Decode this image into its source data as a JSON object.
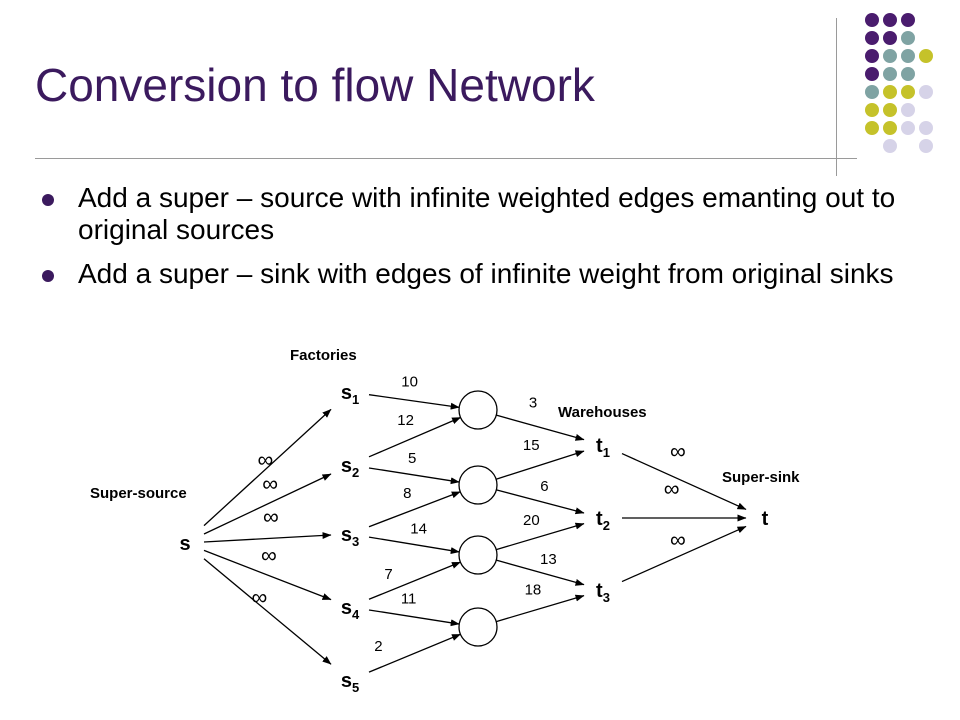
{
  "slide": {
    "title": "Conversion to flow Network",
    "bullets": [
      "Add a super – source with infinite weighted edges emanting out to original sources",
      "Add a super – sink with edges of infinite weight from original sinks"
    ]
  },
  "colors": {
    "title": "#3b1a5e",
    "dot_purple": "#4a1c6e",
    "dot_teal": "#7fa3a3",
    "dot_olive": "#c5c22a",
    "dot_lavender": "#d6d3e8"
  },
  "diagram": {
    "labels": {
      "factories": "Factories",
      "warehouses": "Warehouses",
      "super_source": "Super-source",
      "super_sink": "Super-sink"
    },
    "nodes": [
      {
        "id": "s",
        "main": "s",
        "sub": ""
      },
      {
        "id": "s1",
        "main": "s",
        "sub": "1"
      },
      {
        "id": "s2",
        "main": "s",
        "sub": "2"
      },
      {
        "id": "s3",
        "main": "s",
        "sub": "3"
      },
      {
        "id": "s4",
        "main": "s",
        "sub": "4"
      },
      {
        "id": "s5",
        "main": "s",
        "sub": "5"
      },
      {
        "id": "m1",
        "main": "",
        "sub": ""
      },
      {
        "id": "m2",
        "main": "",
        "sub": ""
      },
      {
        "id": "m3",
        "main": "",
        "sub": ""
      },
      {
        "id": "m4",
        "main": "",
        "sub": ""
      },
      {
        "id": "t1",
        "main": "t",
        "sub": "1"
      },
      {
        "id": "t2",
        "main": "t",
        "sub": "2"
      },
      {
        "id": "t3",
        "main": "t",
        "sub": "3"
      },
      {
        "id": "t",
        "main": "t",
        "sub": ""
      }
    ],
    "edges": [
      {
        "from": "s",
        "to": "s1",
        "label": "∞"
      },
      {
        "from": "s",
        "to": "s2",
        "label": "∞"
      },
      {
        "from": "s",
        "to": "s3",
        "label": "∞"
      },
      {
        "from": "s",
        "to": "s4",
        "label": "∞"
      },
      {
        "from": "s",
        "to": "s5",
        "label": "∞"
      },
      {
        "from": "s1",
        "to": "m1",
        "label": "10"
      },
      {
        "from": "s2",
        "to": "m1",
        "label": "12"
      },
      {
        "from": "s2",
        "to": "m2",
        "label": "5"
      },
      {
        "from": "s3",
        "to": "m2",
        "label": "8"
      },
      {
        "from": "s3",
        "to": "m3",
        "label": "14"
      },
      {
        "from": "s4",
        "to": "m3",
        "label": "7"
      },
      {
        "from": "s4",
        "to": "m4",
        "label": "11"
      },
      {
        "from": "s5",
        "to": "m4",
        "label": "2"
      },
      {
        "from": "m1",
        "to": "t1",
        "label": "3"
      },
      {
        "from": "m2",
        "to": "t1",
        "label": "15"
      },
      {
        "from": "m2",
        "to": "t2",
        "label": "6"
      },
      {
        "from": "m3",
        "to": "t2",
        "label": "20"
      },
      {
        "from": "m3",
        "to": "t3",
        "label": "13"
      },
      {
        "from": "m4",
        "to": "t3",
        "label": "18"
      },
      {
        "from": "t1",
        "to": "t",
        "label": "∞"
      },
      {
        "from": "t2",
        "to": "t",
        "label": "∞"
      },
      {
        "from": "t3",
        "to": "t",
        "label": "∞"
      }
    ]
  }
}
